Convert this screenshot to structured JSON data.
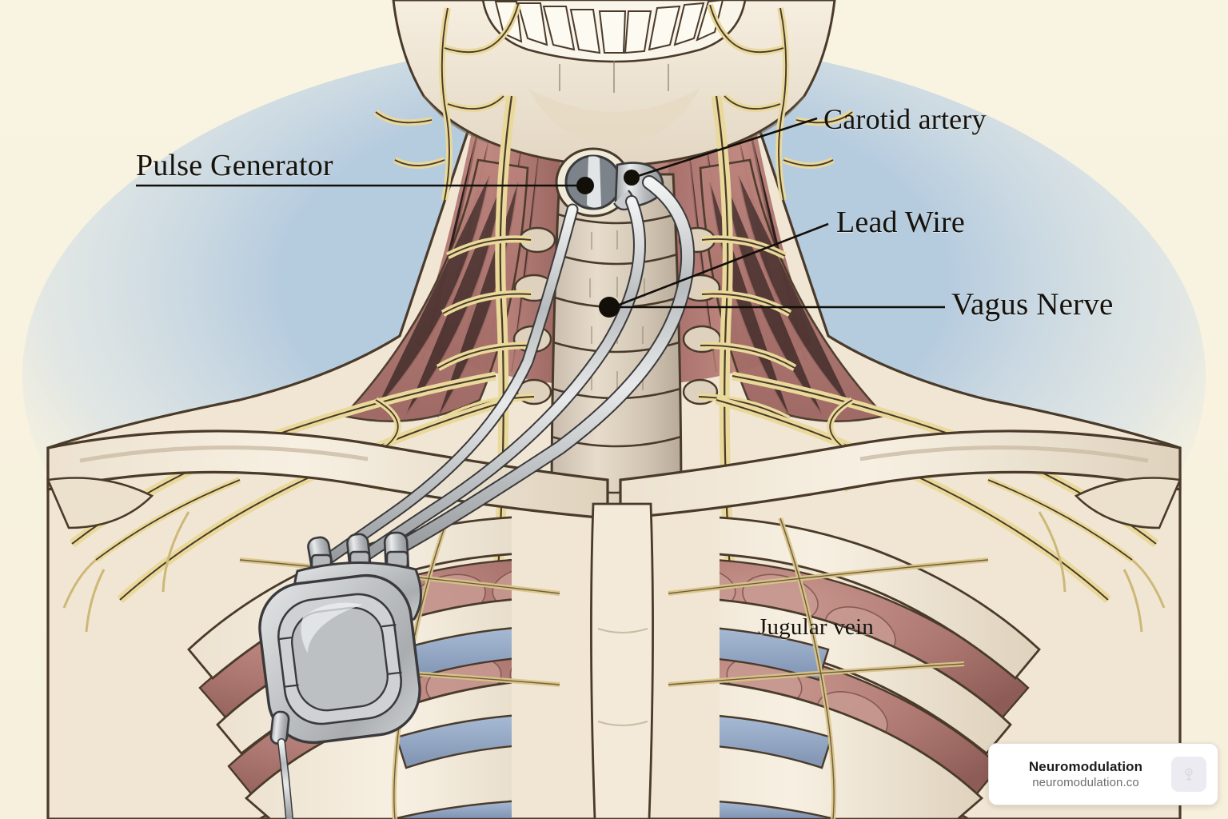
{
  "illustration": {
    "subject": "Vagus nerve stimulator implant in head, neck and upper thorax",
    "background_color": "#f8f3e0",
    "halo_color": "#bdd2e6",
    "bone_color": "#f0e7d8",
    "muscle_color": "#b8807a",
    "nerve_color": "#e9d99a",
    "metal_color": "#c9cbcc",
    "cartilage_color": "#93a8c4",
    "lung_color": "#a9726c"
  },
  "labels": [
    {
      "id": "pulse-generator",
      "text": "Pulse Generator",
      "leader": "underline-extending-right"
    },
    {
      "id": "carotid-artery",
      "text": "Carotid artery",
      "leader": "diagonal-down-left"
    },
    {
      "id": "lead-wire",
      "text": "Lead Wire",
      "leader": "diagonal-down-left"
    },
    {
      "id": "vagus-nerve",
      "text": "Vagus Nerve",
      "leader": "horizontal-left"
    },
    {
      "id": "jugular-vein",
      "text": "Jugular vein",
      "leader": "none"
    }
  ],
  "watermark": {
    "title": "Neuromodulation",
    "url": "neuromodulation.co",
    "badge_icon": "neuron-glyph-icon"
  }
}
